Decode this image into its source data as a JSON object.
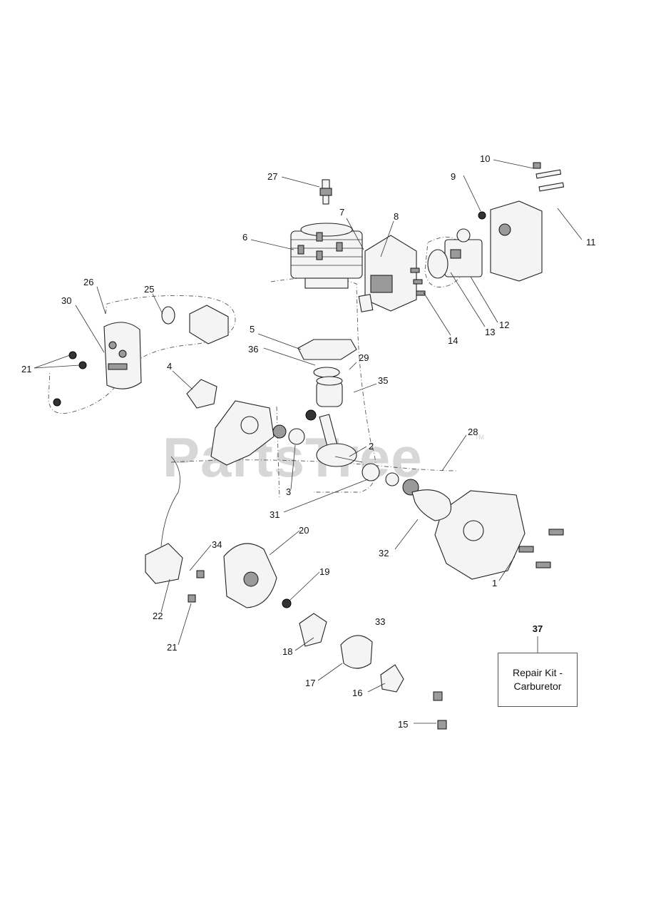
{
  "watermark": {
    "text": "PartsTree",
    "tm": "TM"
  },
  "kit": {
    "number": "37",
    "line1": "Repair Kit -",
    "line2": "Carburetor"
  },
  "callouts": [
    {
      "id": "c27",
      "text": "27"
    },
    {
      "id": "c10",
      "text": "10"
    },
    {
      "id": "c9",
      "text": "9"
    },
    {
      "id": "c7",
      "text": "7"
    },
    {
      "id": "c8",
      "text": "8"
    },
    {
      "id": "c11",
      "text": "11"
    },
    {
      "id": "c6",
      "text": "6"
    },
    {
      "id": "c26",
      "text": "26"
    },
    {
      "id": "c25",
      "text": "25"
    },
    {
      "id": "c30",
      "text": "30"
    },
    {
      "id": "c12",
      "text": "12"
    },
    {
      "id": "c13",
      "text": "13"
    },
    {
      "id": "c14",
      "text": "14"
    },
    {
      "id": "c5",
      "text": "5"
    },
    {
      "id": "c36",
      "text": "36"
    },
    {
      "id": "c29",
      "text": "29"
    },
    {
      "id": "c21a",
      "text": "21"
    },
    {
      "id": "c4",
      "text": "4"
    },
    {
      "id": "c35",
      "text": "35"
    },
    {
      "id": "c28",
      "text": "28"
    },
    {
      "id": "c2",
      "text": "2"
    },
    {
      "id": "c3",
      "text": "3"
    },
    {
      "id": "c31",
      "text": "31"
    },
    {
      "id": "c20",
      "text": "20"
    },
    {
      "id": "c34",
      "text": "34"
    },
    {
      "id": "c32",
      "text": "32"
    },
    {
      "id": "c19",
      "text": "19"
    },
    {
      "id": "c1",
      "text": "1"
    },
    {
      "id": "c22",
      "text": "22"
    },
    {
      "id": "c33",
      "text": "33"
    },
    {
      "id": "c21b",
      "text": "21"
    },
    {
      "id": "c18",
      "text": "18"
    },
    {
      "id": "c17",
      "text": "17"
    },
    {
      "id": "c16",
      "text": "16"
    },
    {
      "id": "c15",
      "text": "15"
    }
  ]
}
